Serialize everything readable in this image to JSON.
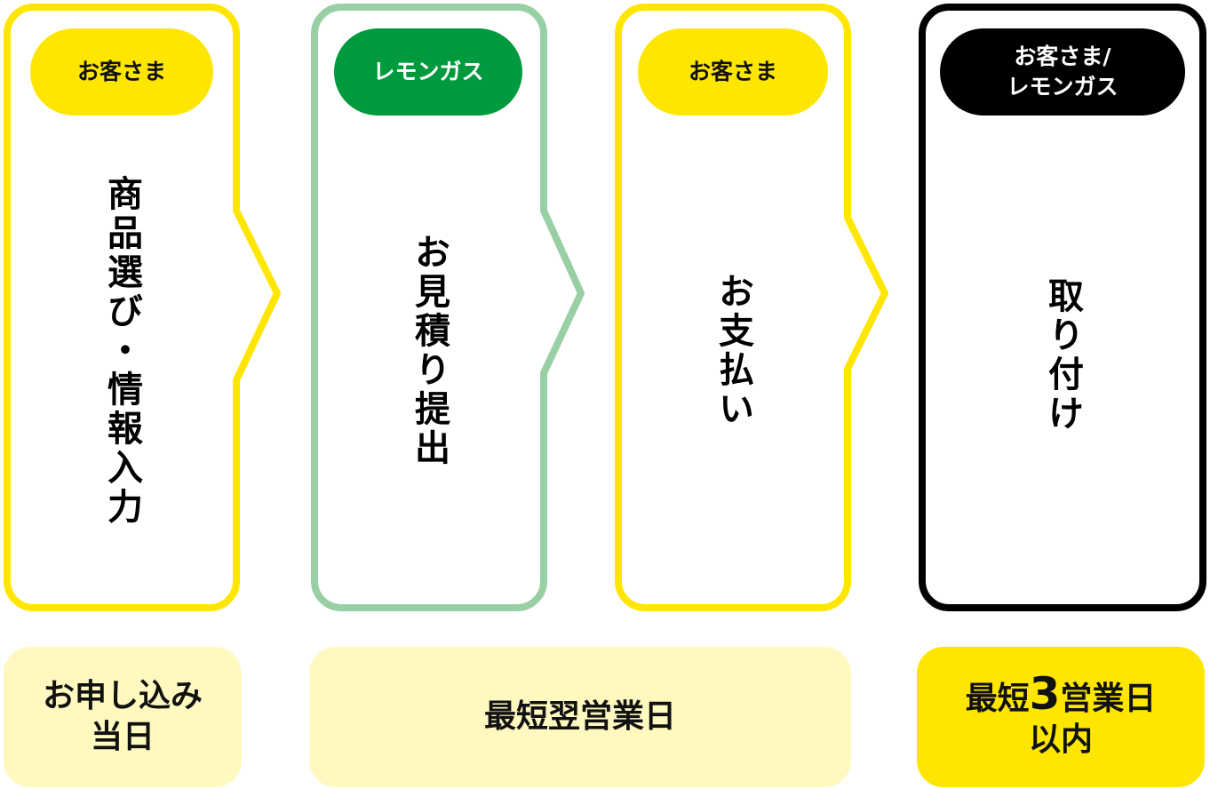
{
  "colors": {
    "yellow": "#FFE600",
    "green": "#009A3E",
    "light_green": "#99CFA5",
    "light_yellow": "#FFF9C0",
    "black": "#000000"
  },
  "steps": [
    {
      "actor": "お客さま",
      "title": "商品選び・情報入力"
    },
    {
      "actor": "レモンガス",
      "title": "お見積り提出"
    },
    {
      "actor": "お客さま",
      "title": "お支払い"
    },
    {
      "actor": "お客さま/\nレモンガス",
      "title": "取り付け"
    }
  ],
  "timing": [
    {
      "line1": "お申し込み",
      "line2": "当日"
    },
    {
      "line1": "最短翌営業日"
    },
    {
      "prefix": "最短",
      "number": "3",
      "suffix": "営業日",
      "line2": "以内"
    }
  ]
}
